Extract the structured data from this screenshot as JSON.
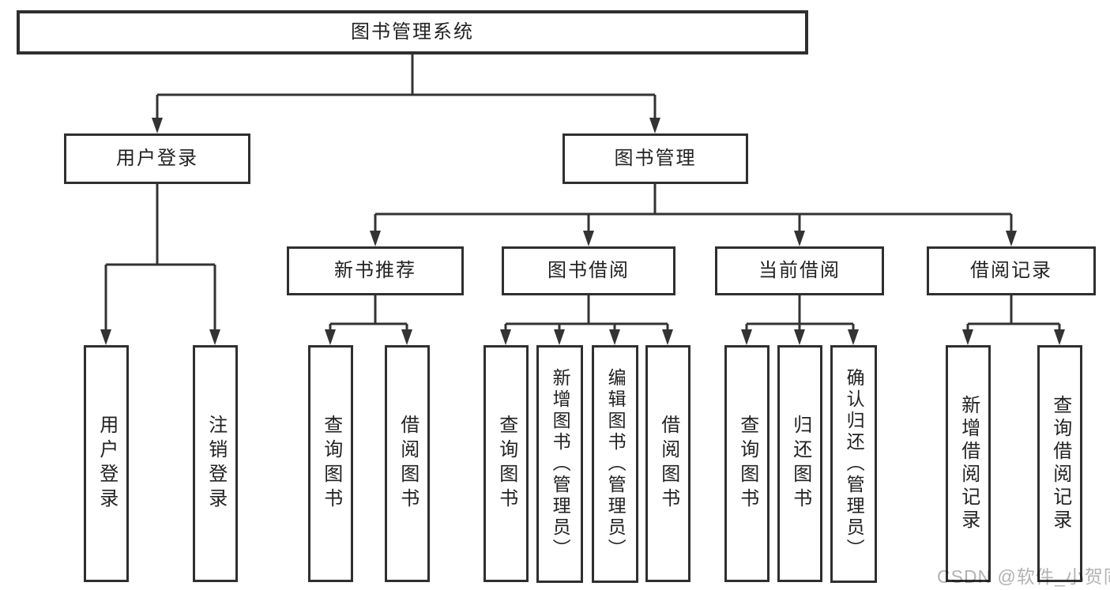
{
  "diagram": {
    "root": {
      "label": "图书管理系统"
    },
    "branches": [
      {
        "id": "user-login",
        "label": "用户登录",
        "children": [
          {
            "label": "用户登录"
          },
          {
            "label": "注销登录"
          }
        ]
      },
      {
        "id": "book-management",
        "label": "图书管理",
        "groups": [
          {
            "label": "新书推荐",
            "children": [
              {
                "label": "查询图书"
              },
              {
                "label": "借阅图书"
              }
            ]
          },
          {
            "label": "图书借阅",
            "children": [
              {
                "label": "查询图书"
              },
              {
                "label": "新增图书（管理员）"
              },
              {
                "label": "编辑图书（管理员）"
              },
              {
                "label": "借阅图书"
              }
            ]
          },
          {
            "label": "当前借阅",
            "children": [
              {
                "label": "查询图书"
              },
              {
                "label": "归还图书"
              },
              {
                "label": "确认归还（管理员）"
              }
            ]
          },
          {
            "label": "借阅记录",
            "children": [
              {
                "label": "新增借阅记录"
              },
              {
                "label": "查询借阅记录"
              }
            ]
          }
        ]
      }
    ],
    "watermark": "CSDN @软件_小贺同学",
    "colors": {
      "line": "#333333",
      "box_border": "#2f2f2f",
      "text": "#222222",
      "watermark": "#b2b2b2",
      "background": "#ffffff"
    }
  }
}
